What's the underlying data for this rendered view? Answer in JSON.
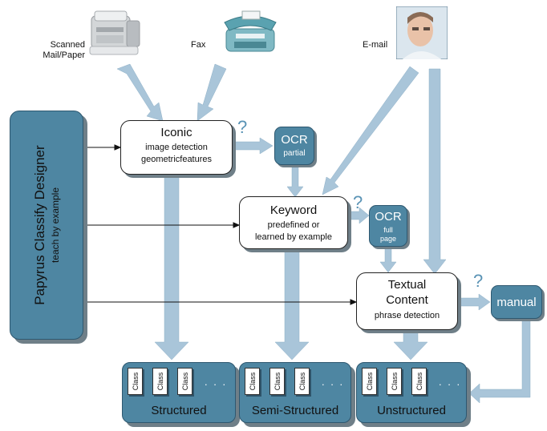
{
  "sources": {
    "scanned": "Scanned\nMail/Paper",
    "fax": "Fax",
    "email": "E-mail"
  },
  "designer": {
    "title": "Papyrus Classify Designer",
    "subtitle": "teach by example"
  },
  "iconic": {
    "title": "Iconic",
    "line1": "image detection",
    "line2": "geometricfeatures"
  },
  "keyword": {
    "title": "Keyword",
    "line1": "predefined or",
    "line2": "learned by example"
  },
  "textual": {
    "title": "Textual",
    "title2": "Content",
    "line1": "phrase detection"
  },
  "ocr_partial": {
    "title": "OCR",
    "sub": "partial"
  },
  "ocr_full": {
    "title": "OCR",
    "sub1": "full",
    "sub2": "page"
  },
  "manual": "manual",
  "question_mark": "?",
  "class_label": "Class",
  "ellipsis": ". . .",
  "panels": [
    "Structured",
    "Semi-Structured",
    "Unstructured"
  ],
  "colors": {
    "teal": "#4e86a2",
    "arrow": "#a9c5d9",
    "shadow": "#6f7f88",
    "question": "#5a93b5"
  },
  "icons": [
    "scanner-fax-machine-icon",
    "telephone-fax-icon",
    "person-photo-icon"
  ]
}
